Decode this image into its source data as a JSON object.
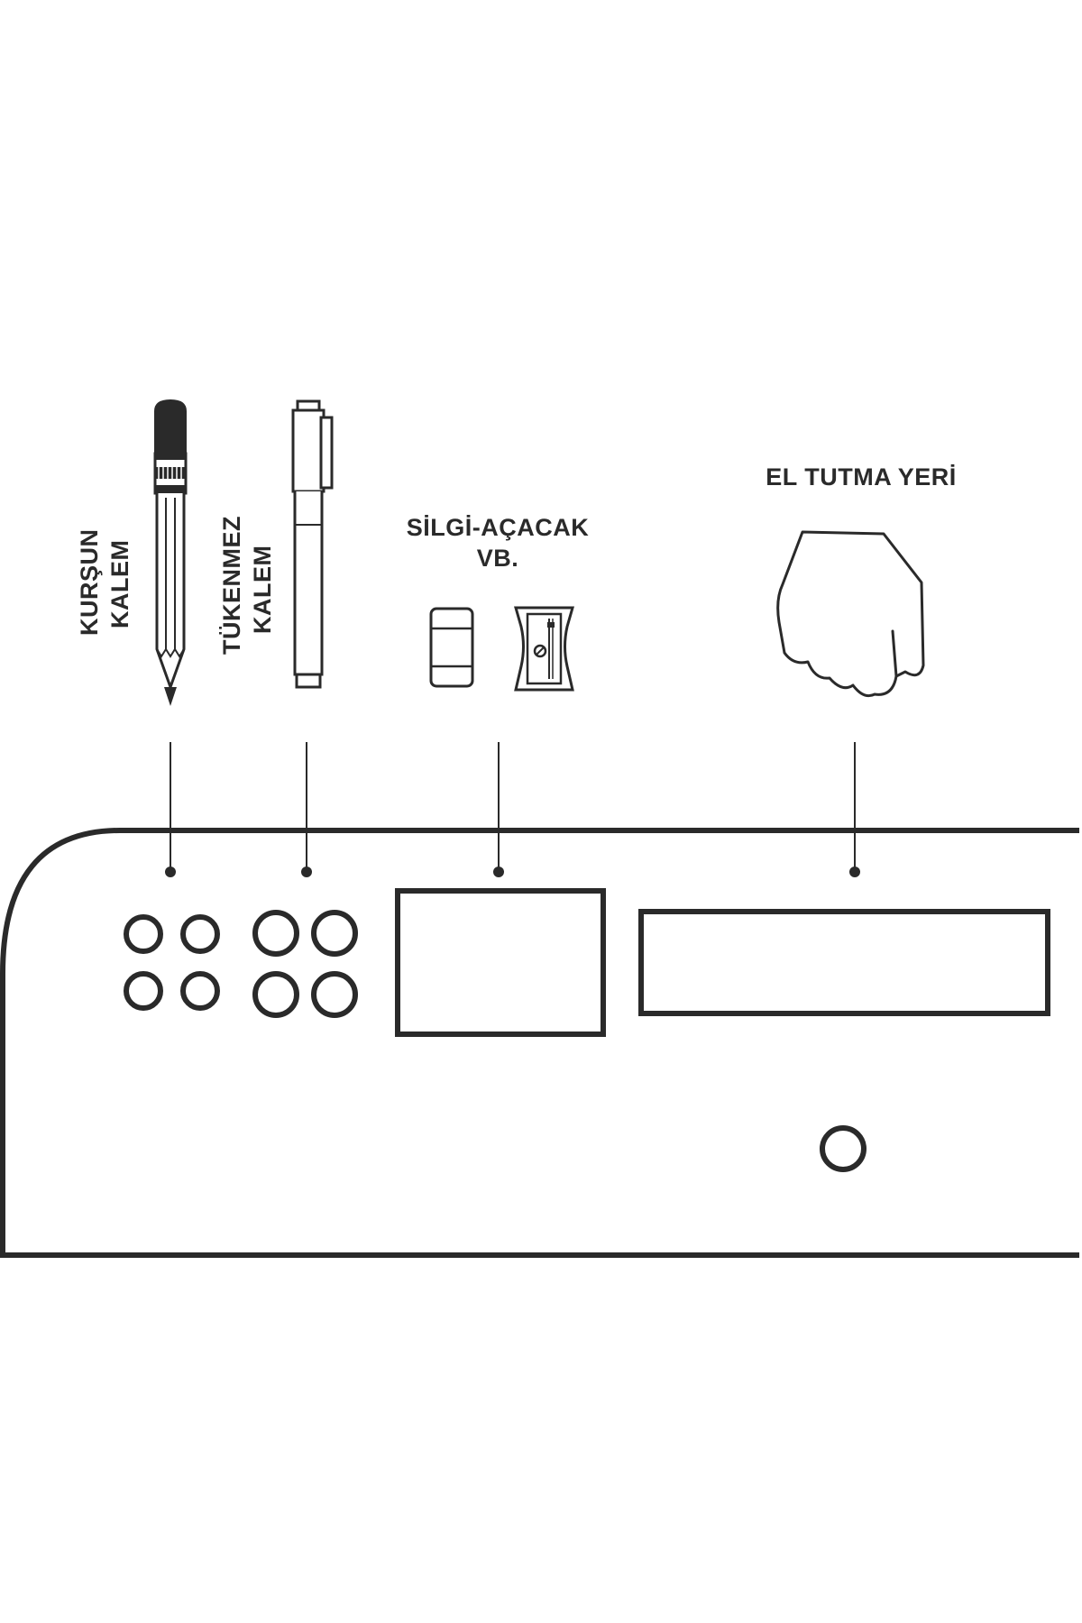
{
  "labels": {
    "pencil": [
      "KURŞUN",
      "KALEM"
    ],
    "pen": [
      "TÜKENMEZ",
      "KALEM"
    ],
    "eraser_sharpener": [
      "SİLGİ-AÇACAK",
      "VB."
    ],
    "handle": "EL TUTMA YERİ"
  },
  "icons": {
    "pencil": "pencil-icon",
    "pen": "ballpoint-pen-icon",
    "eraser": "eraser-icon",
    "sharpener": "sharpener-icon",
    "hand": "hand-icon"
  },
  "colors": {
    "ink": "#2a2a2a",
    "background": "#ffffff"
  }
}
